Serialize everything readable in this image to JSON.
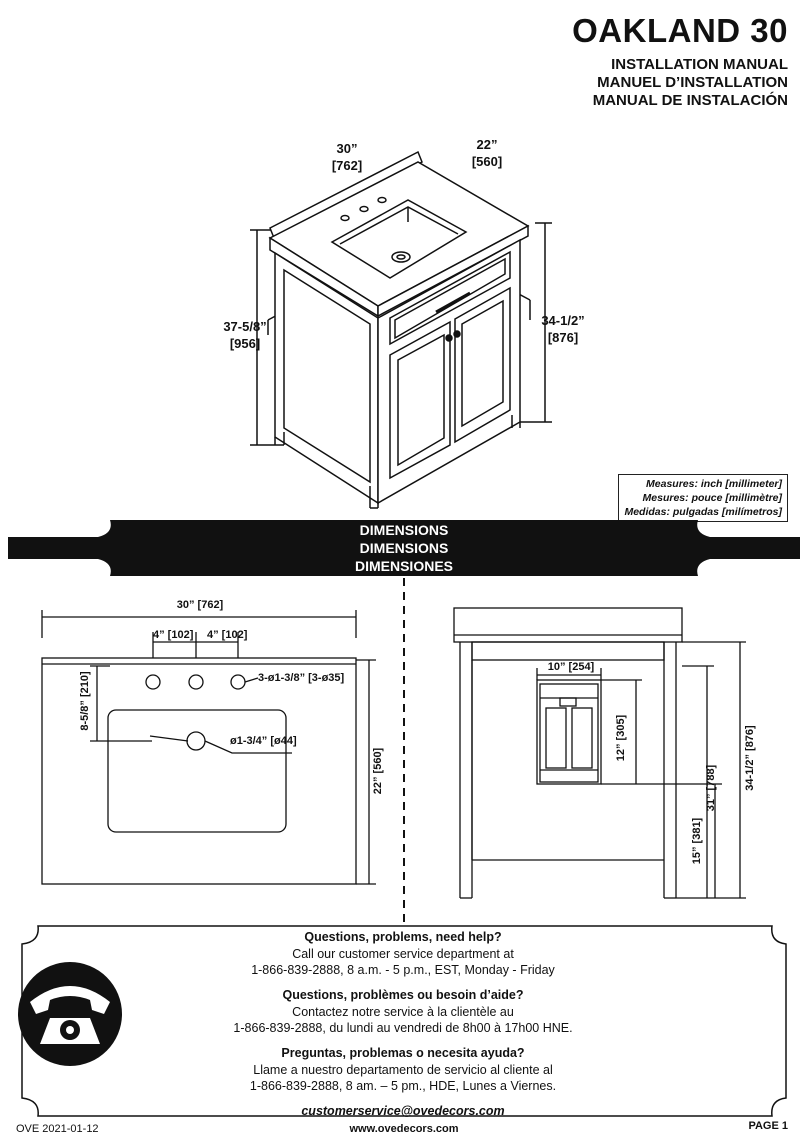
{
  "header": {
    "title": "OAKLAND 30",
    "subtitles": [
      "INSTALLATION MANUAL",
      "MANUEL D’INSTALLATION",
      "MANUAL DE INSTALACIÓN"
    ]
  },
  "product_view": {
    "width": "30”",
    "width_mm": "[762]",
    "depth": "22”",
    "depth_mm": "[560]",
    "total_height": "37-5/8”",
    "total_height_mm": "[956]",
    "counter_height": "34-1/2”",
    "counter_height_mm": "[876]"
  },
  "measures_note": [
    "Measures: inch [millimeter]",
    "Mesures: pouce [millimètre]",
    "Medidas: pulgadas [milímetros]"
  ],
  "banner": [
    "DIMENSIONS",
    "DIMENSIONS",
    "DIMENSIONES"
  ],
  "top_view": {
    "width": "30” [762]",
    "hole_spacing_left": "4” [102]",
    "hole_spacing_right": "4” [102]",
    "faucet_holes": "3-ø1-3/8” [3-ø35]",
    "hole_offset": "8-5/8” [210]",
    "drain": "ø1-3/4” [ø44]",
    "depth": "22” [560]"
  },
  "front_view": {
    "plumbing_width": "10” [254]",
    "plumbing_height": "12” [305]",
    "floor_clearance": "15” [381]",
    "inner_height": "31” [788]",
    "total_height": "34-1/2” [876]"
  },
  "contact": {
    "en": {
      "title": "Questions, problems, need help?",
      "line1": "Call our customer service department at",
      "line2": "1-866-839-2888, 8 a.m. - 5 p.m., EST, Monday - Friday"
    },
    "fr": {
      "title": "Questions, problèmes ou besoin d’aide?",
      "line1": "Contactez notre service à la clientèle au",
      "line2": "1-866-839-2888, du lundi au vendredi de 8h00 à 17h00 HNE."
    },
    "es": {
      "title": "Preguntas, problemas o necesita ayuda?",
      "line1": "Llame a nuestro departamento de servicio al cliente al",
      "line2": "1-866-839-2888, 8 am. – 5 pm., HDE, Lunes a Viernes."
    },
    "email": "customerservice@ovedecors.com"
  },
  "footer": {
    "version": "OVE 2021-01-12",
    "website": "www.ovedecors.com",
    "page": "PAGE 1"
  }
}
